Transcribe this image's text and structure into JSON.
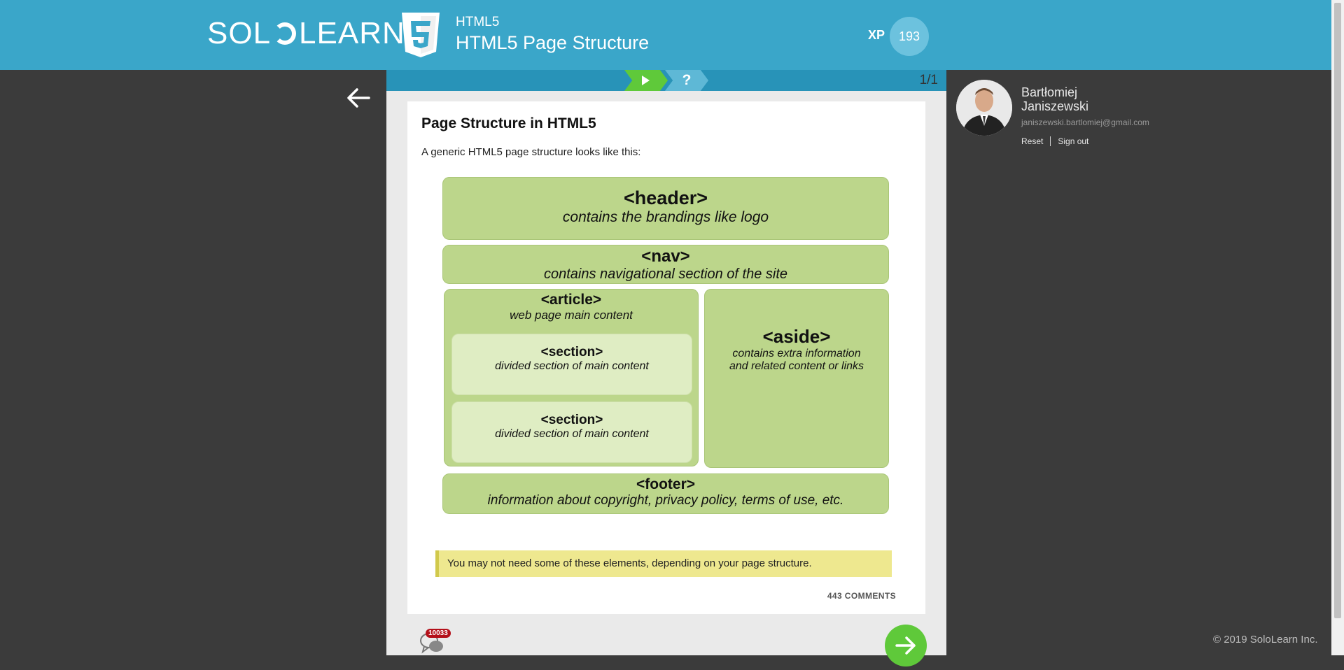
{
  "header": {
    "logo_left": "SOL",
    "logo_right": "LEARN",
    "course": "HTML5",
    "lesson_title": "HTML5 Page Structure",
    "xp_label": "XP",
    "xp_value": "193"
  },
  "progress": {
    "question_mark": "?",
    "page_count": "1/1"
  },
  "lesson": {
    "title": "Page Structure in HTML5",
    "intro": "A generic HTML5 page structure looks like this:",
    "diagram": {
      "header_tag": "<header>",
      "header_desc": "contains the brandings like logo",
      "nav_tag": "<nav>",
      "nav_desc": "contains navigational section of the site",
      "article_tag": "<article>",
      "article_desc": "web page main content",
      "section1_tag": "<section>",
      "section1_desc": "divided section of main content",
      "section2_tag": "<section>",
      "section2_desc": "divided section of main content",
      "aside_tag": "<aside>",
      "aside_desc_line1": "contains extra information",
      "aside_desc_line2": "and related content or links",
      "footer_tag": "<footer>",
      "footer_desc": "information about copyright, privacy policy, terms of use, etc."
    },
    "note": "You may not need some of these elements, depending on your page structure.",
    "comments": "443 COMMENTS",
    "discussion_badge": "10033"
  },
  "user": {
    "first_name": "Bartłomiej",
    "last_name": "Janiszewski",
    "email": "janiszewski.bartlomiej@gmail.com",
    "reset_label": "Reset",
    "signout_label": "Sign out"
  },
  "footer": {
    "copyright": "© 2019 SoloLearn Inc."
  },
  "colors": {
    "header_bg": "#3aa6c9",
    "accent_green": "#5fc93a",
    "diagram_green": "#bcd68b"
  }
}
